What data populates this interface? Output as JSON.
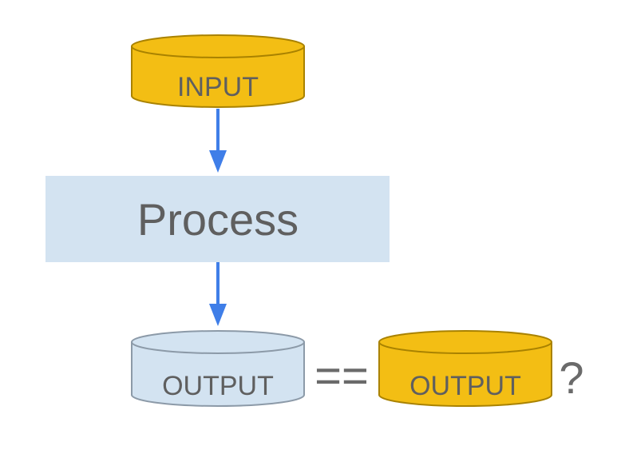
{
  "diagram": {
    "input_label": "INPUT",
    "process_label": "Process",
    "output_label": "OUTPUT",
    "expected_label": "OUTPUT",
    "equality_operator": "==",
    "question_mark": "?"
  },
  "colors": {
    "input_fill": "#f3be14",
    "input_stroke": "#a98200",
    "process_fill": "#d3e3f1",
    "output_fill": "#d3e3f1",
    "output_stroke": "#8c9aa8",
    "arrow": "#3f7ee8",
    "text": "#5f5f5f"
  },
  "icons": {
    "input": "database-cylinder-icon",
    "output": "database-cylinder-icon",
    "expected": "database-cylinder-icon",
    "flow": "arrow-down-icon"
  }
}
